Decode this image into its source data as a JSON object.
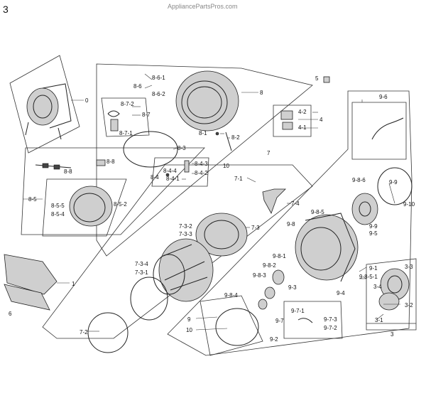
{
  "page_number": "3",
  "watermark": "AppliancePartsPros.com",
  "callouts": {
    "c0": "0",
    "c1": "1",
    "c3": "3",
    "c3_1": "3-1",
    "c3_2": "3-2",
    "c3_3": "3-3",
    "c3_4": "3-4",
    "c4": "4",
    "c4_1": "4-1",
    "c4_2": "4-2",
    "c5": "5",
    "c6": "6",
    "c7": "7",
    "c7_1": "7-1",
    "c7_2": "7-2",
    "c7_3": "7-3",
    "c7_3_1": "7-3-1",
    "c7_3_2": "7-3-2",
    "c7_3_3": "7-3-3",
    "c7_3_4": "7-3-4",
    "c7_4": "7-4",
    "c8": "8",
    "c8_1": "8-1",
    "c8_2": "8-2",
    "c8_3": "8-3",
    "c8_4": "8-4",
    "c8_4_1": "8-4-1",
    "c8_4_2": "8-4-2",
    "c8_4_3": "8-4-3",
    "c8_4_4": "8-4-4",
    "c8_5": "8-5",
    "c8_5_2": "8-5-2",
    "c8_5_4": "8-5-4",
    "c8_5_5": "8-5-5",
    "c8_6": "8-6",
    "c8_6_1": "8-6-1",
    "c8_6_2": "8-6-2",
    "c8_7": "8-7",
    "c8_7_1": "8-7-1",
    "c8_7_2": "8-7-2",
    "c8_8a": "8-8",
    "c8_8b": "8-8",
    "c9": "9",
    "c9_1": "9-1",
    "c9_2": "9-2",
    "c9_3": "9-3",
    "c9_4": "9-4",
    "c9_5": "9-5",
    "c9_6": "9-6",
    "c9_7": "9-7",
    "c9_7_1": "9-7-1",
    "c9_7_2": "9-7-2",
    "c9_7_3": "9-7-3",
    "c9_8": "9-8",
    "c9_8_1": "9-8-1",
    "c9_8_2": "9-8-2",
    "c9_8_3": "9-8-3",
    "c9_8_4": "9-8-4",
    "c9_8_5": "9-8-5",
    "c9_8_6": "9-8-6",
    "c9_9": "9-9",
    "c9_10": "9-10",
    "c9_8_5_1": "9-8-5-1",
    "c10a": "10",
    "c10b": "10"
  },
  "colors": {
    "line": "#333333",
    "part_fill": "#cfcfcf",
    "watermark": "#888888"
  }
}
